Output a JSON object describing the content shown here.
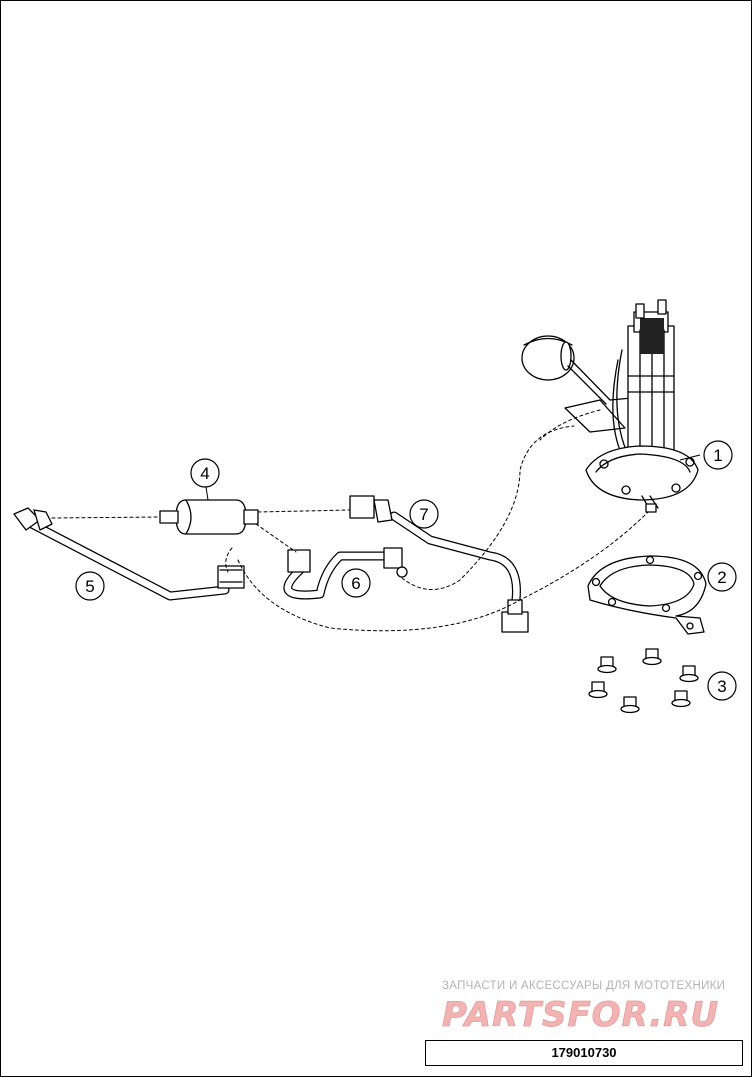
{
  "callouts": [
    {
      "id": "1",
      "label": "1"
    },
    {
      "id": "2",
      "label": "2"
    },
    {
      "id": "3",
      "label": "3"
    },
    {
      "id": "4",
      "label": "4"
    },
    {
      "id": "5",
      "label": "5"
    },
    {
      "id": "6",
      "label": "6"
    },
    {
      "id": "7",
      "label": "7"
    }
  ],
  "watermark": {
    "tagline": "ЗАПЧАСТИ И АКСЕССУАРЫ ДЛЯ МОТОТЕХНИКИ",
    "logo_text": "PARTSFOR.RU",
    "color": "#b3b3b3",
    "logo_color": "#f2b3b3"
  },
  "part_number": "179010730"
}
